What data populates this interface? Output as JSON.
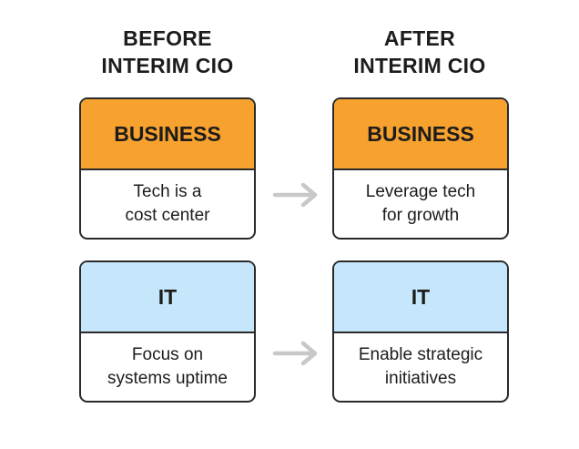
{
  "columns": {
    "before": {
      "line1": "BEFORE",
      "line2": "INTERIM CIO"
    },
    "after": {
      "line1": "AFTER",
      "line2": "INTERIM CIO"
    }
  },
  "rows": [
    {
      "before": {
        "title": "BUSINESS",
        "line1": "Tech is a",
        "line2": "cost center"
      },
      "after": {
        "title": "BUSINESS",
        "line1": "Leverage tech",
        "line2": "for growth"
      }
    },
    {
      "before": {
        "title": "IT",
        "line1": "Focus on",
        "line2": "systems uptime"
      },
      "after": {
        "title": "IT",
        "line1": "Enable strategic",
        "line2": "initiatives"
      }
    }
  ],
  "colors": {
    "business_header": "#f7a12f",
    "it_header": "#c6e7fb",
    "arrow": "#c8c8c8",
    "border": "#2a2a2a"
  },
  "icons": {
    "transition": "right-arrow-icon"
  }
}
